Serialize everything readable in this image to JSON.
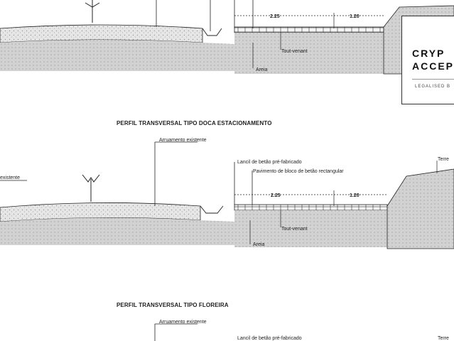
{
  "sections": [
    {
      "title": "",
      "labels": {
        "dim_a": "2.25",
        "dim_b": "1.20",
        "tout": "Tout-venant",
        "areia": "Areia"
      }
    },
    {
      "title": "PERFIL TRANSVERSAL TIPO DOCA ESTACIONAMENTO",
      "labels": {
        "arruamento": "Arruamento existente",
        "existente": "existente",
        "lancil": "Lancil de betão pré-fabricado",
        "pavimento": "Pavimento de bloco de betão rectangular",
        "dim_a": "2.25",
        "dim_b": "1.20",
        "tout": "Tout-venant",
        "areia": "Areia",
        "terreno": "Terre"
      }
    },
    {
      "title": "PERFIL TRANSVERSAL TIPO FLOREIRA",
      "labels": {
        "arruamento": "Arruamento existente",
        "lancil": "Lancil de betão pré-fabricado",
        "terreno": "Terre"
      }
    }
  ],
  "watermark": {
    "line1": "CRYP",
    "line2": "ACCEP",
    "sub": "LEGALISED B"
  },
  "colors": {
    "line": "#222222",
    "gravel": "#d9d9d9",
    "background": "#ffffff"
  }
}
